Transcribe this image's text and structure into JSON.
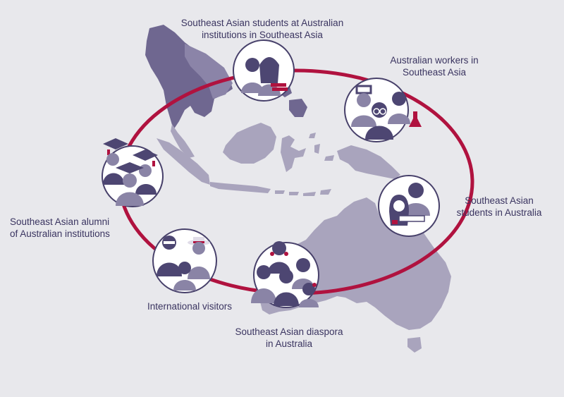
{
  "colors": {
    "background": "#e8e8ec",
    "land": "#a9a4bd",
    "land_dark": "#6f6790",
    "ring": "#b0123f",
    "node_fill": "#ffffff",
    "node_stroke": "#47406a",
    "people": "#4d4672",
    "people_light": "#8a84a6",
    "text": "#3a3460",
    "accent": "#b0123f"
  },
  "nodes": [
    {
      "id": "students-in-sea",
      "lines": [
        "Southeast Asian students at Australian",
        "institutions in Southeast Asia"
      ],
      "icon": "students-books-icon"
    },
    {
      "id": "workers-in-sea",
      "lines": [
        "Australian workers in",
        "Southeast Asia"
      ],
      "icon": "workers-icon"
    },
    {
      "id": "students-in-australia",
      "lines": [
        "Southeast Asian",
        "students in Australia"
      ],
      "icon": "student-reading-icon"
    },
    {
      "id": "diaspora",
      "lines": [
        "Southeast Asian diaspora",
        "in Australia"
      ],
      "icon": "family-icon"
    },
    {
      "id": "visitors",
      "lines": [
        "International visitors"
      ],
      "icon": "tourists-icon"
    },
    {
      "id": "alumni",
      "lines": [
        "Southeast Asian alumni",
        "of Australian institutions"
      ],
      "icon": "graduates-icon"
    }
  ]
}
